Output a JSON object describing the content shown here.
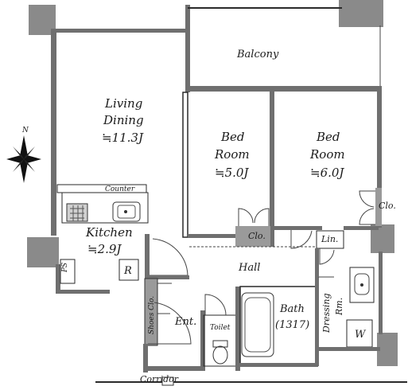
{
  "rooms": {
    "balcony": "Balcony",
    "living_1": "Living",
    "living_2": "Dining",
    "living_size": "≒11.3J",
    "bed1_1": "Bed",
    "bed1_2": "Room",
    "bed1_size": "≒5.0J",
    "bed2_1": "Bed",
    "bed2_2": "Room",
    "bed2_size": "≒6.0J",
    "counter": "Counter",
    "kitchen": "Kitchen",
    "kitchen_size": "≒2.9J",
    "ps": "PS",
    "r": "R",
    "clo_bed1": "Clo.",
    "clo_bed2": "Clo.",
    "lin": "Lin.",
    "hall": "Hall",
    "shoe_clo": "Shoes Clo.",
    "ent": "Ent.",
    "toilet": "Toilet",
    "bath_1": "Bath",
    "bath_2": "(1317)",
    "dressing_1": "Dressing",
    "dressing_2": "Rm.",
    "w": "W",
    "corridor": "Corridor"
  },
  "compass": {
    "north": "N"
  },
  "colors": {
    "wall": "#6f6f6f",
    "line": "#2a2a2a",
    "background": "#ffffff"
  }
}
